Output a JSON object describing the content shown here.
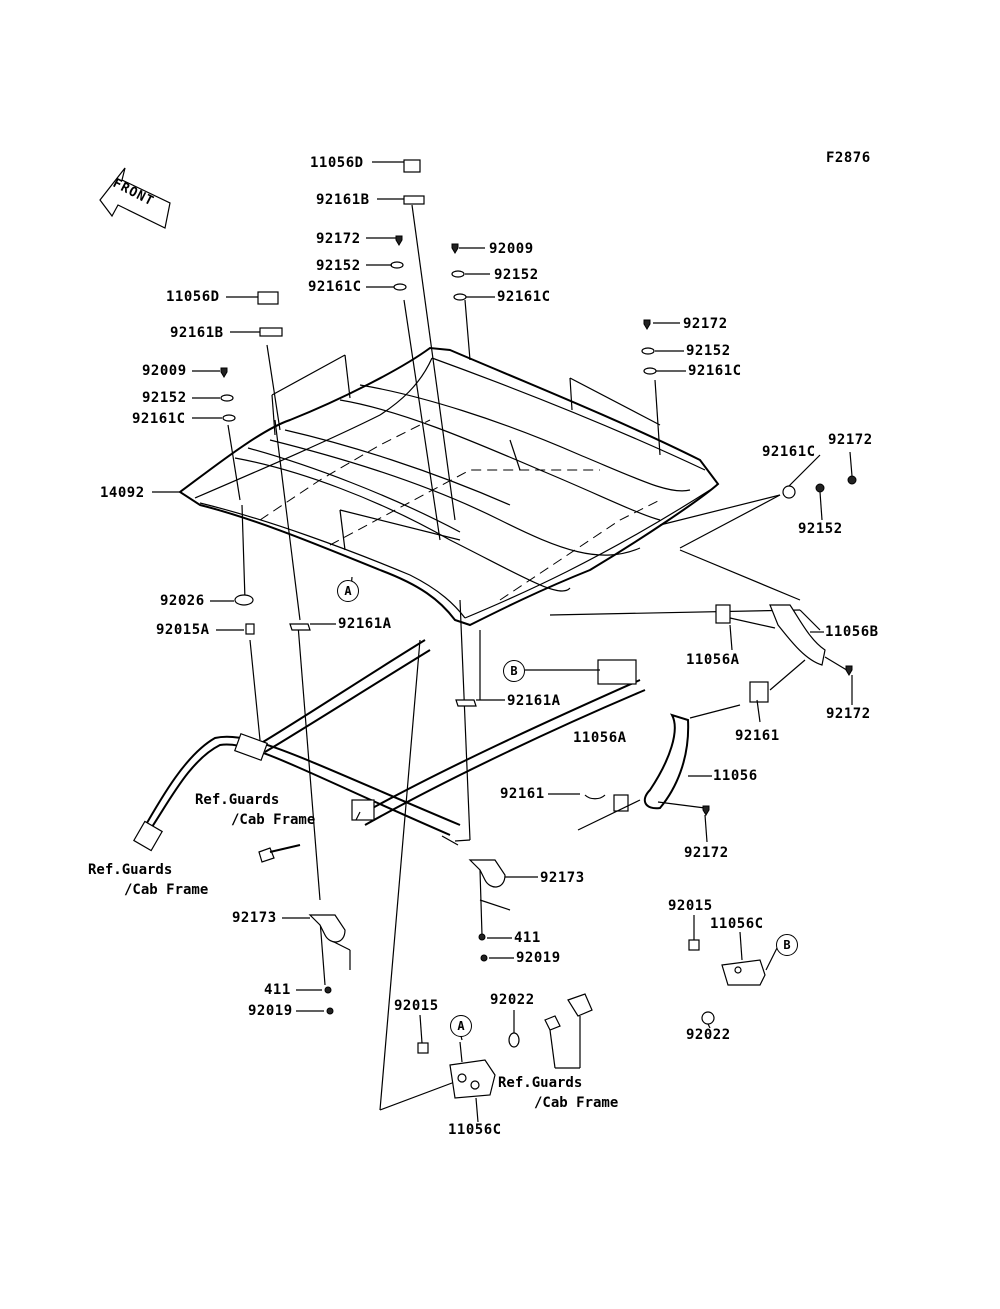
{
  "figure_code": "F2876",
  "front_label": "FRONT",
  "callouts": {
    "a1": "A",
    "a2": "A",
    "b1": "B",
    "b2": "B"
  },
  "refs": {
    "r1": [
      "Ref.Guards",
      "/Cab Frame"
    ],
    "r2": [
      "Ref.Guards",
      "/Cab Frame"
    ],
    "r3": [
      "Ref.Guards",
      "/Cab Frame"
    ]
  },
  "parts": {
    "p11056D_top": "11056D",
    "p92161B_top": "92161B",
    "p92172_a": "92172",
    "p92009_a": "92009",
    "p92152_a": "92152",
    "p92152_b": "92152",
    "p92161C_a": "92161C",
    "p92161C_b": "92161C",
    "p11056D_left": "11056D",
    "p92161B_left": "92161B",
    "p92172_b": "92172",
    "p92152_c": "92152",
    "p92161C_c": "92161C",
    "p92009_b": "92009",
    "p92152_d": "92152",
    "p92161C_d": "92161C",
    "p92161C_e": "92161C",
    "p92172_c": "92172",
    "p92152_e": "92152",
    "p14092": "14092",
    "p92026": "92026",
    "p92015A": "92015A",
    "p92161A_a": "92161A",
    "p92161A_b": "92161A",
    "p11056A_a": "11056A",
    "p11056B": "11056B",
    "p92172_d": "92172",
    "p92161_a": "92161",
    "p11056A_b": "11056A",
    "p11056": "11056",
    "p92161_b": "92161",
    "p92172_e": "92172",
    "p92173_a": "92173",
    "p92173_b": "92173",
    "p411_a": "411",
    "p92019_a": "92019",
    "p411_b": "411",
    "p92019_b": "92019",
    "p92015_a": "92015",
    "p11056C_a": "11056C",
    "p92022_a": "92022",
    "p92015_b": "92015",
    "p92022_b": "92022",
    "p11056C_b": "11056C"
  }
}
